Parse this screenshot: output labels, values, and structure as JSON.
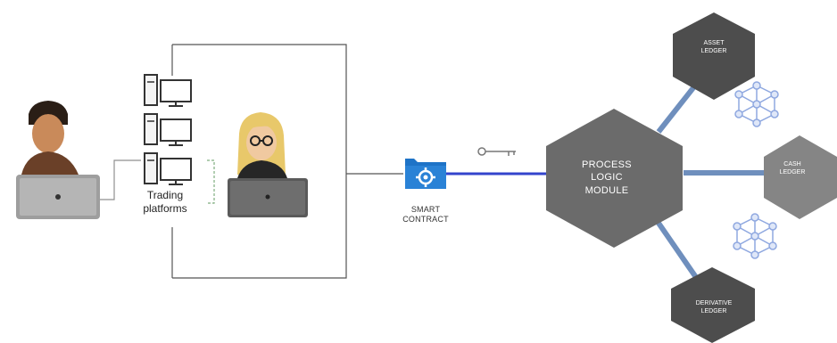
{
  "labels": {
    "trading_platforms": "Trading\nplatforms",
    "smart_contract": "SMART\nCONTRACT",
    "process_logic_module": "PROCESS\nLOGIC\nMODULE",
    "asset_ledger": "ASSET\nLEDGER",
    "cash_ledger": "CASH\nLEDGER",
    "derivative_ledger": "DERIVATIVE\nLEDGER"
  },
  "icons": {
    "trader": "person-laptop-icon",
    "broker": "woman-laptop-icon",
    "computers": "desktop-computer-icon",
    "contract": "gear-folder-icon",
    "key": "key-icon",
    "network": "network-mesh-icon"
  },
  "colors": {
    "hexagon_dark": "#4d4d4d",
    "hexagon_mid": "#6b6b6b",
    "hexagon_light": "#858585",
    "connector_blue": "#6f8fbd",
    "contract_link": "#3344cc",
    "contract_icon": "#1e73c7",
    "mesh": "#8fa8e0"
  }
}
